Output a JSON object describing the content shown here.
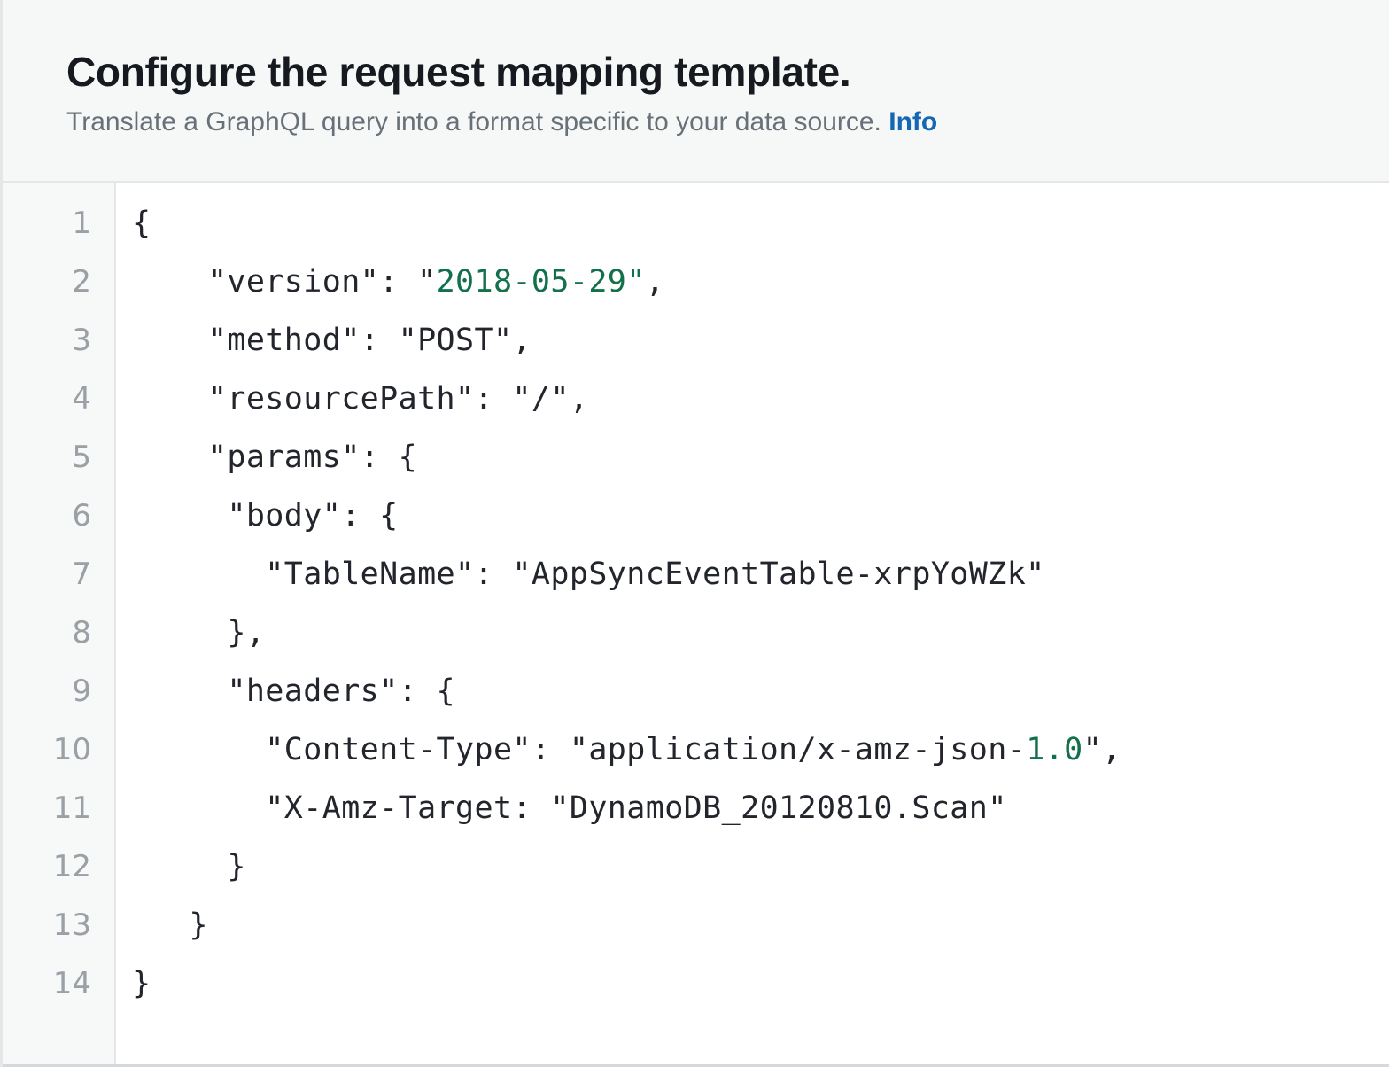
{
  "header": {
    "title": "Configure the request mapping template.",
    "subtitle_text": "Translate a GraphQL query into a format specific to your data source.",
    "info_link_label": "Info"
  },
  "editor": {
    "language": "json",
    "line_count": 14,
    "line_numbers": [
      "1",
      "2",
      "3",
      "4",
      "5",
      "6",
      "7",
      "8",
      "9",
      "10",
      "11",
      "12",
      "13",
      "14"
    ],
    "lines": [
      {
        "number": "1",
        "segments": [
          {
            "text": "{",
            "color": "default"
          }
        ]
      },
      {
        "number": "2",
        "segments": [
          {
            "text": "    \"version\": \"",
            "color": "default"
          },
          {
            "text": "2018-05-29\"",
            "color": "green"
          },
          {
            "text": ",",
            "color": "default"
          }
        ]
      },
      {
        "number": "3",
        "segments": [
          {
            "text": "    \"method\": \"POST\",",
            "color": "default"
          }
        ]
      },
      {
        "number": "4",
        "segments": [
          {
            "text": "    \"resourcePath\": \"/\",",
            "color": "default"
          }
        ]
      },
      {
        "number": "5",
        "segments": [
          {
            "text": "    \"params\": {",
            "color": "default"
          }
        ]
      },
      {
        "number": "6",
        "segments": [
          {
            "text": "     \"body\": {",
            "color": "default"
          }
        ]
      },
      {
        "number": "7",
        "segments": [
          {
            "text": "       \"TableName\": \"AppSyncEventTable-xrpYoWZk\"",
            "color": "default"
          }
        ]
      },
      {
        "number": "8",
        "segments": [
          {
            "text": "     },",
            "color": "default"
          }
        ]
      },
      {
        "number": "9",
        "segments": [
          {
            "text": "     \"headers\": {",
            "color": "default"
          }
        ]
      },
      {
        "number": "10",
        "segments": [
          {
            "text": "       \"Content-Type\": \"application/x-amz-json-",
            "color": "default"
          },
          {
            "text": "1.0",
            "color": "green"
          },
          {
            "text": "\",",
            "color": "default"
          }
        ]
      },
      {
        "number": "11",
        "segments": [
          {
            "text": "       \"X-Amz-Target: \"DynamoDB_20120810.Scan\"",
            "color": "default"
          }
        ]
      },
      {
        "number": "12",
        "segments": [
          {
            "text": "     }",
            "color": "default"
          }
        ]
      },
      {
        "number": "13",
        "segments": [
          {
            "text": "   }",
            "color": "default"
          }
        ]
      },
      {
        "number": "14",
        "segments": [
          {
            "text": "}",
            "color": "default"
          }
        ]
      }
    ]
  },
  "colors": {
    "header_background": "#f6f7f7",
    "title_text": "#16191f",
    "subtitle_text": "#687078",
    "link_blue": "#1566b3",
    "gutter_background": "#f7f8f8",
    "gutter_text": "#9aa0a6",
    "code_text": "#22262c",
    "code_string_green": "#11714a",
    "divider": "#e4e6e7"
  }
}
